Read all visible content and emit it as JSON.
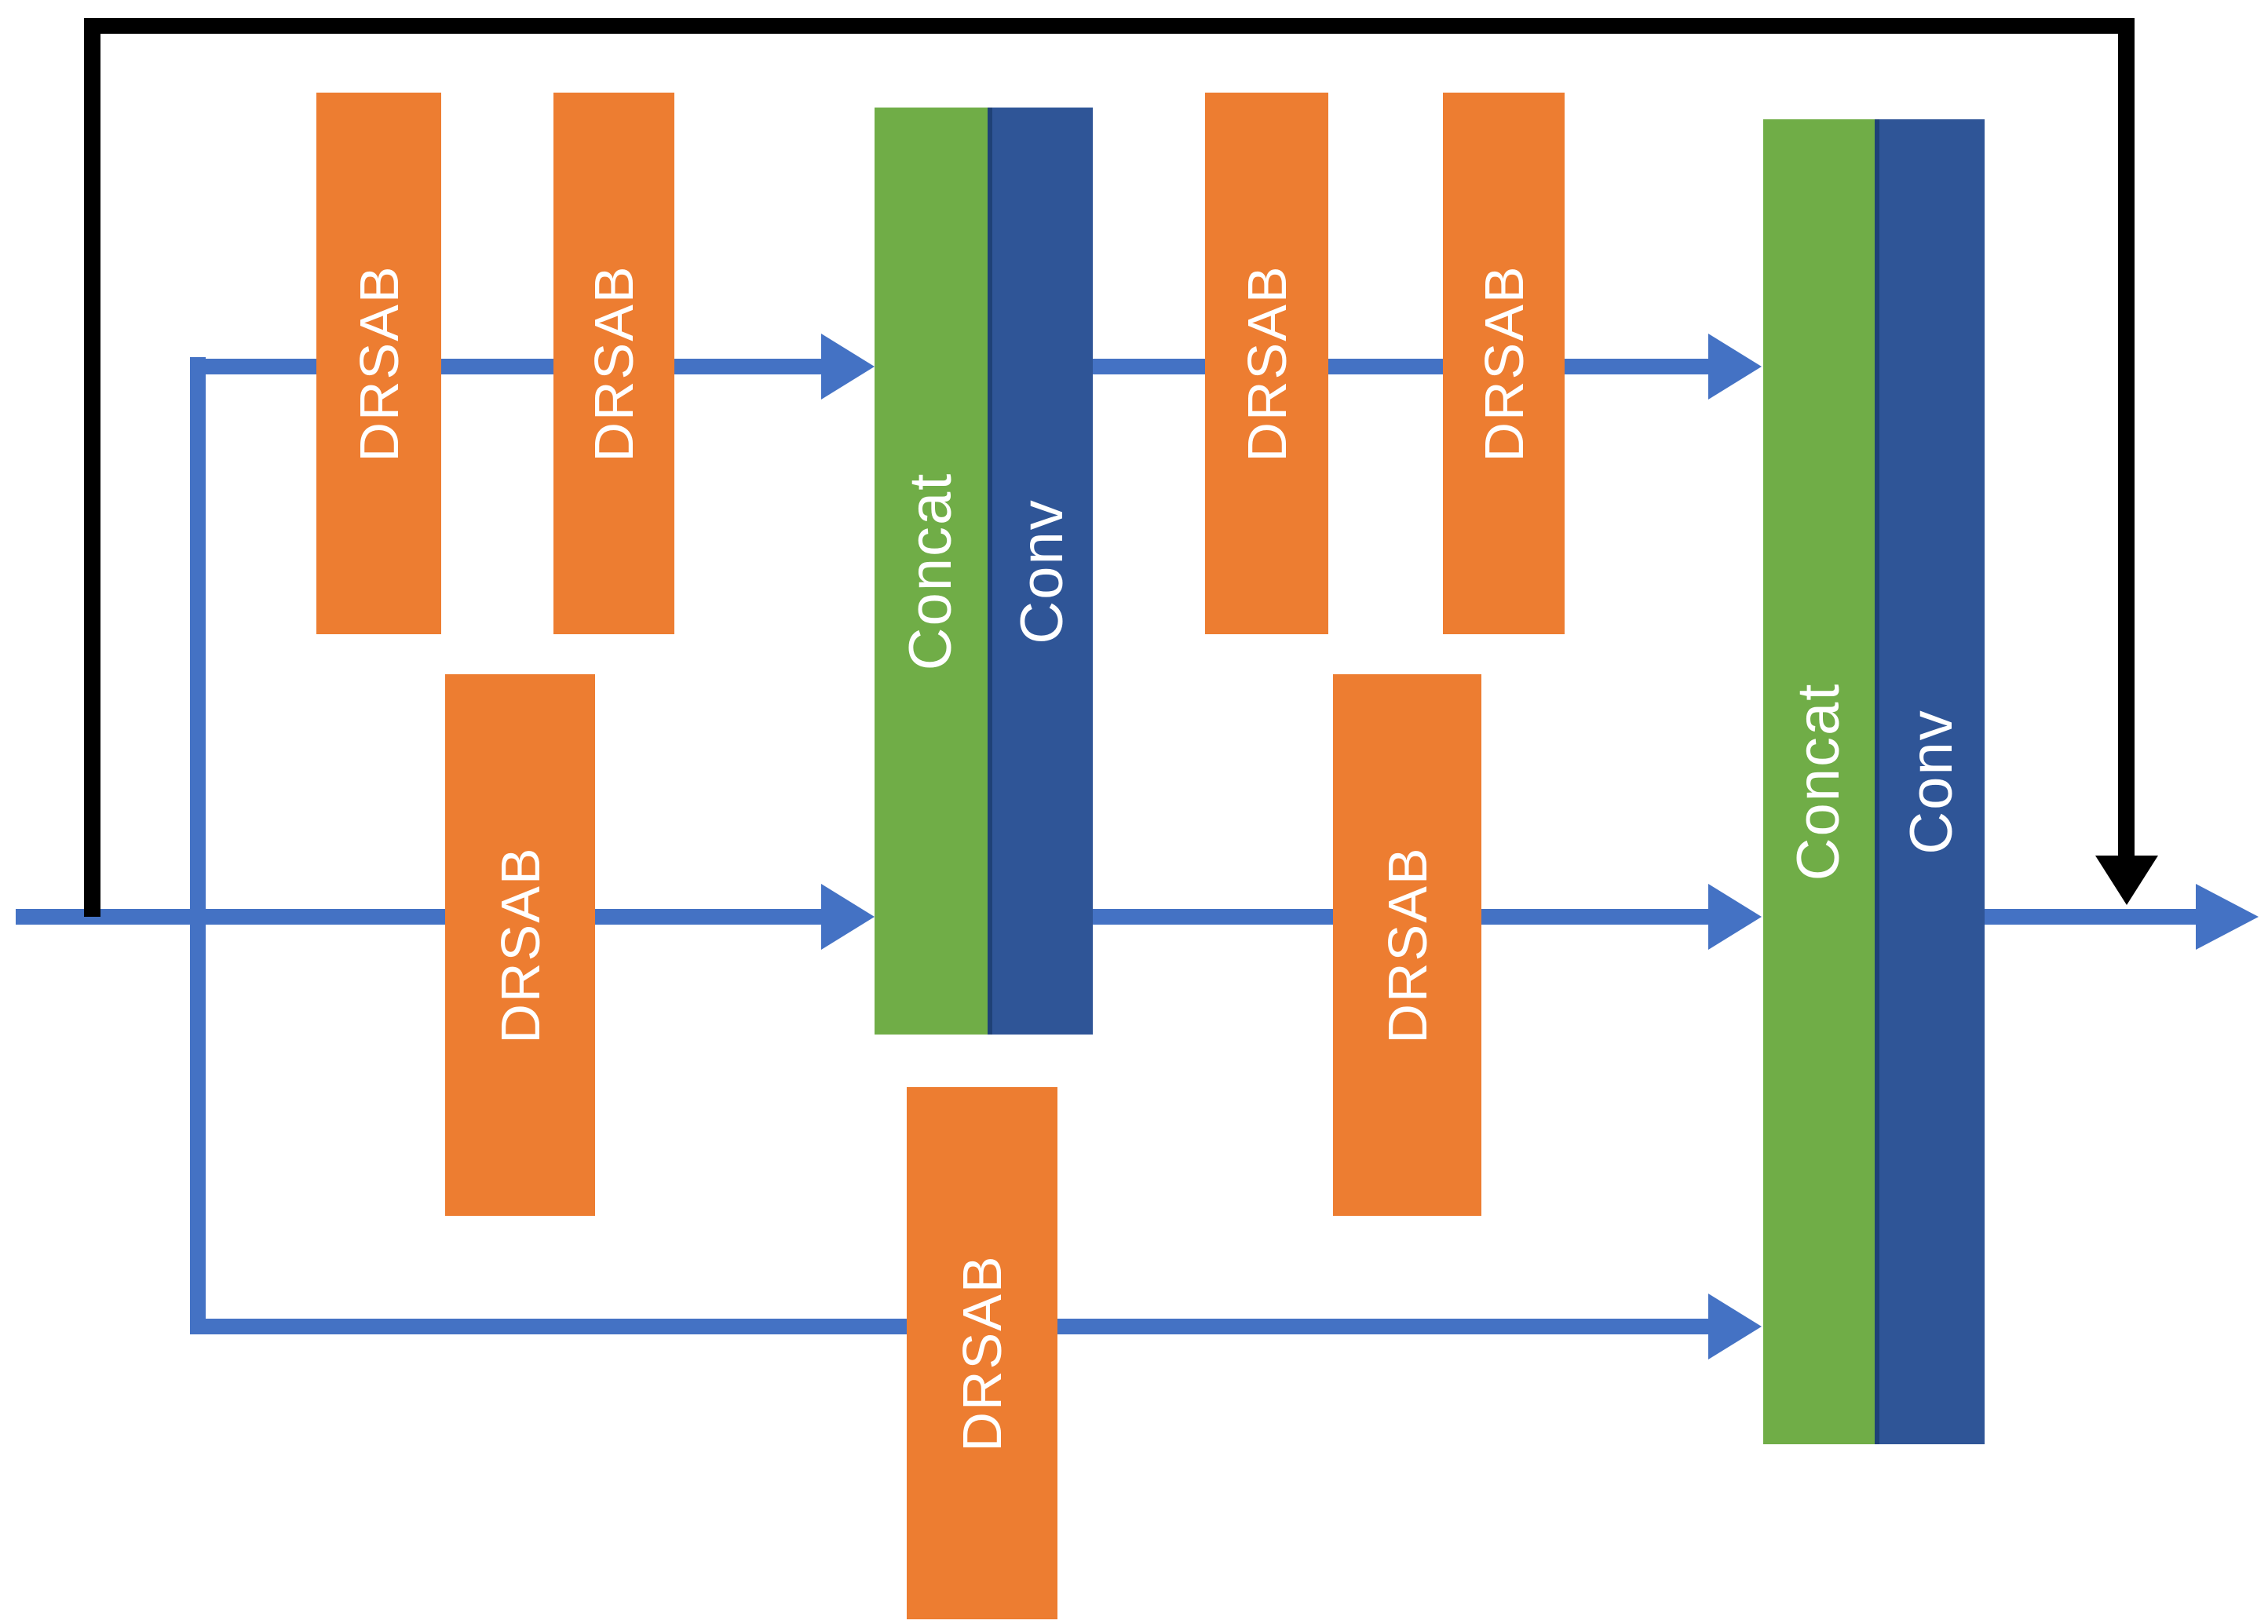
{
  "diagram": {
    "labels": {
      "drsab": "DRSAB",
      "concat": "Concat",
      "conv": "Conv"
    },
    "colors": {
      "block_orange": "#ED7D31",
      "block_green": "#70AD47",
      "block_blue": "#2F5597",
      "conv_edge": "#1F4177",
      "arrow_blue": "#4472C4",
      "skip_black": "#000000",
      "text_white": "#FFFFFF",
      "background": "#FFFFFF"
    },
    "icons": {
      "flow_arrowhead": "arrowhead-right-icon",
      "skip_arrowhead": "arrowhead-down-icon"
    }
  }
}
